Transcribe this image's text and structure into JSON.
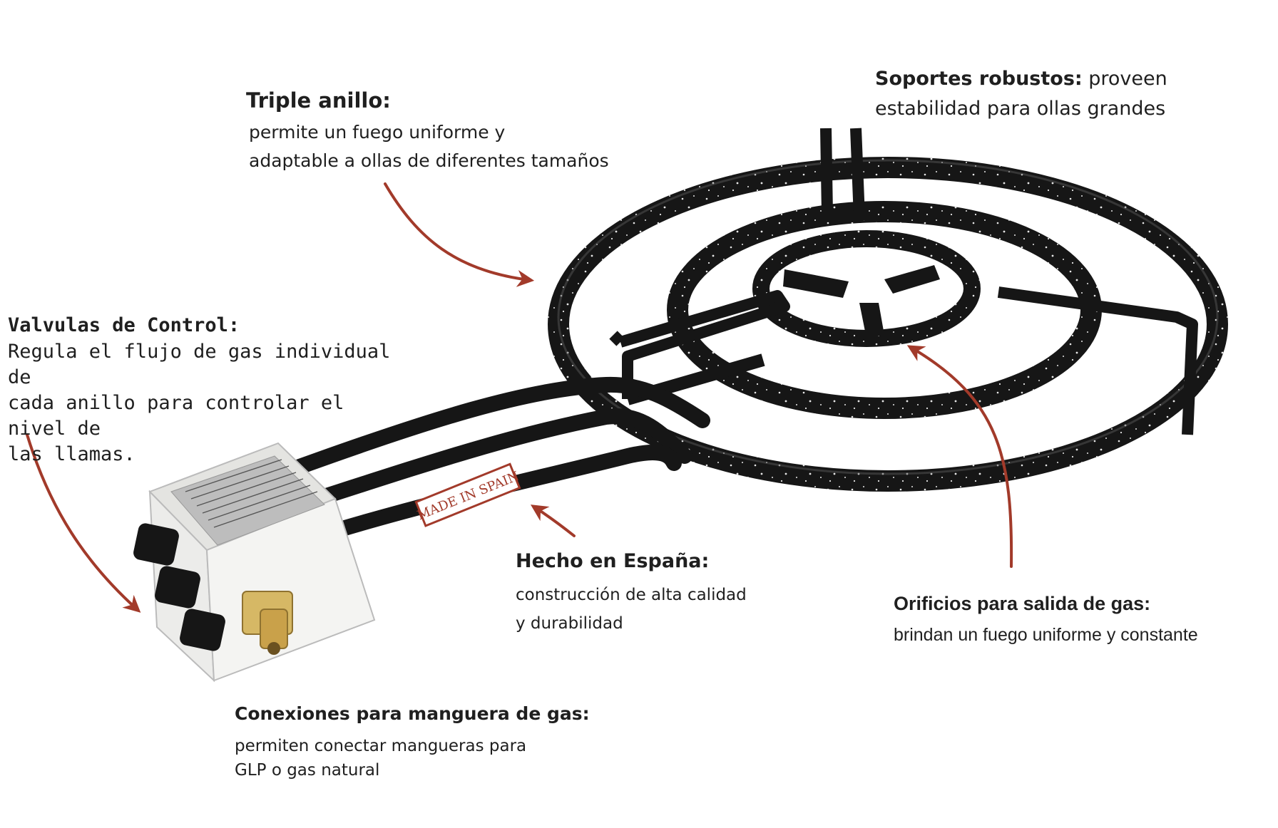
{
  "labels": {
    "triple": {
      "title": "Triple anillo:",
      "line1": "permite un fuego uniforme y",
      "line2": "adaptable a ollas de diferentes tamaños"
    },
    "soportes": {
      "title": "Soportes robustos:",
      "rest": " proveen",
      "line2": "estabilidad para ollas grandes"
    },
    "valvulas": {
      "title": "Valvulas de Control:",
      "line1": "Regula el flujo de gas individual de",
      "line2": "cada anillo para controlar el nivel de",
      "line3": "las llamas."
    },
    "hecho": {
      "title": "Hecho en España:",
      "line1": "construcción de alta calidad",
      "line2": "y durabilidad"
    },
    "orificios": {
      "title": "Orificios para salida de gas:",
      "line1": "brindan un fuego uniforme y constante"
    },
    "conexiones": {
      "title": "Conexiones para manguera de gas:",
      "line1": "permiten conectar mangueras para",
      "line2": "GLP o gas natural"
    }
  },
  "product": {
    "plate_text": "MADE IN SPAIN"
  },
  "colors": {
    "arrow": "#a23a2a",
    "burner": "#161616",
    "speckle": "#e8e8e8",
    "box": "#f4f4f2",
    "brass": "#c9a14a",
    "text": "#1f1f1f"
  }
}
